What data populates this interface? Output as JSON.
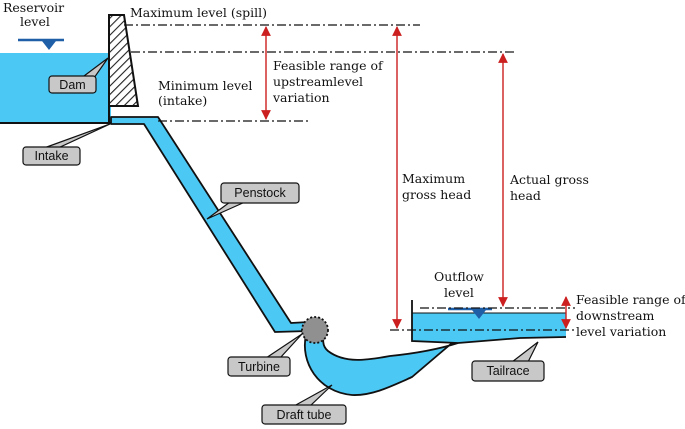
{
  "labels": {
    "reservoir_line1": "Reservoir",
    "reservoir_line2": "level",
    "max_level": "Maximum level (spill)",
    "min_level_line1": "Minimum level",
    "min_level_line2": "(intake)",
    "feasible_up_line1": "Feasible range of",
    "feasible_up_line2": "upstreamlevel",
    "feasible_up_line3": "variation",
    "max_gross_line1": "Maximum",
    "max_gross_line2": "gross head",
    "actual_gross_line1": "Actual gross",
    "actual_gross_line2": "head",
    "outflow_line1": "Outflow",
    "outflow_line2": "level",
    "feasible_down_line1": "Feasible range of",
    "feasible_down_line2": "downstream",
    "feasible_down_line3": "level variation"
  },
  "callouts": {
    "dam": "Dam",
    "intake": "Intake",
    "penstock": "Penstock",
    "turbine": "Turbine",
    "draft_tube": "Draft tube",
    "tailrace": "Tailrace"
  },
  "colors": {
    "water": "#4cc8f4",
    "arrow_red": "#cc1f1f",
    "level_marker": "#1f5fa8",
    "callout_fill": "#c8c8c8",
    "turbine": "#909090"
  }
}
